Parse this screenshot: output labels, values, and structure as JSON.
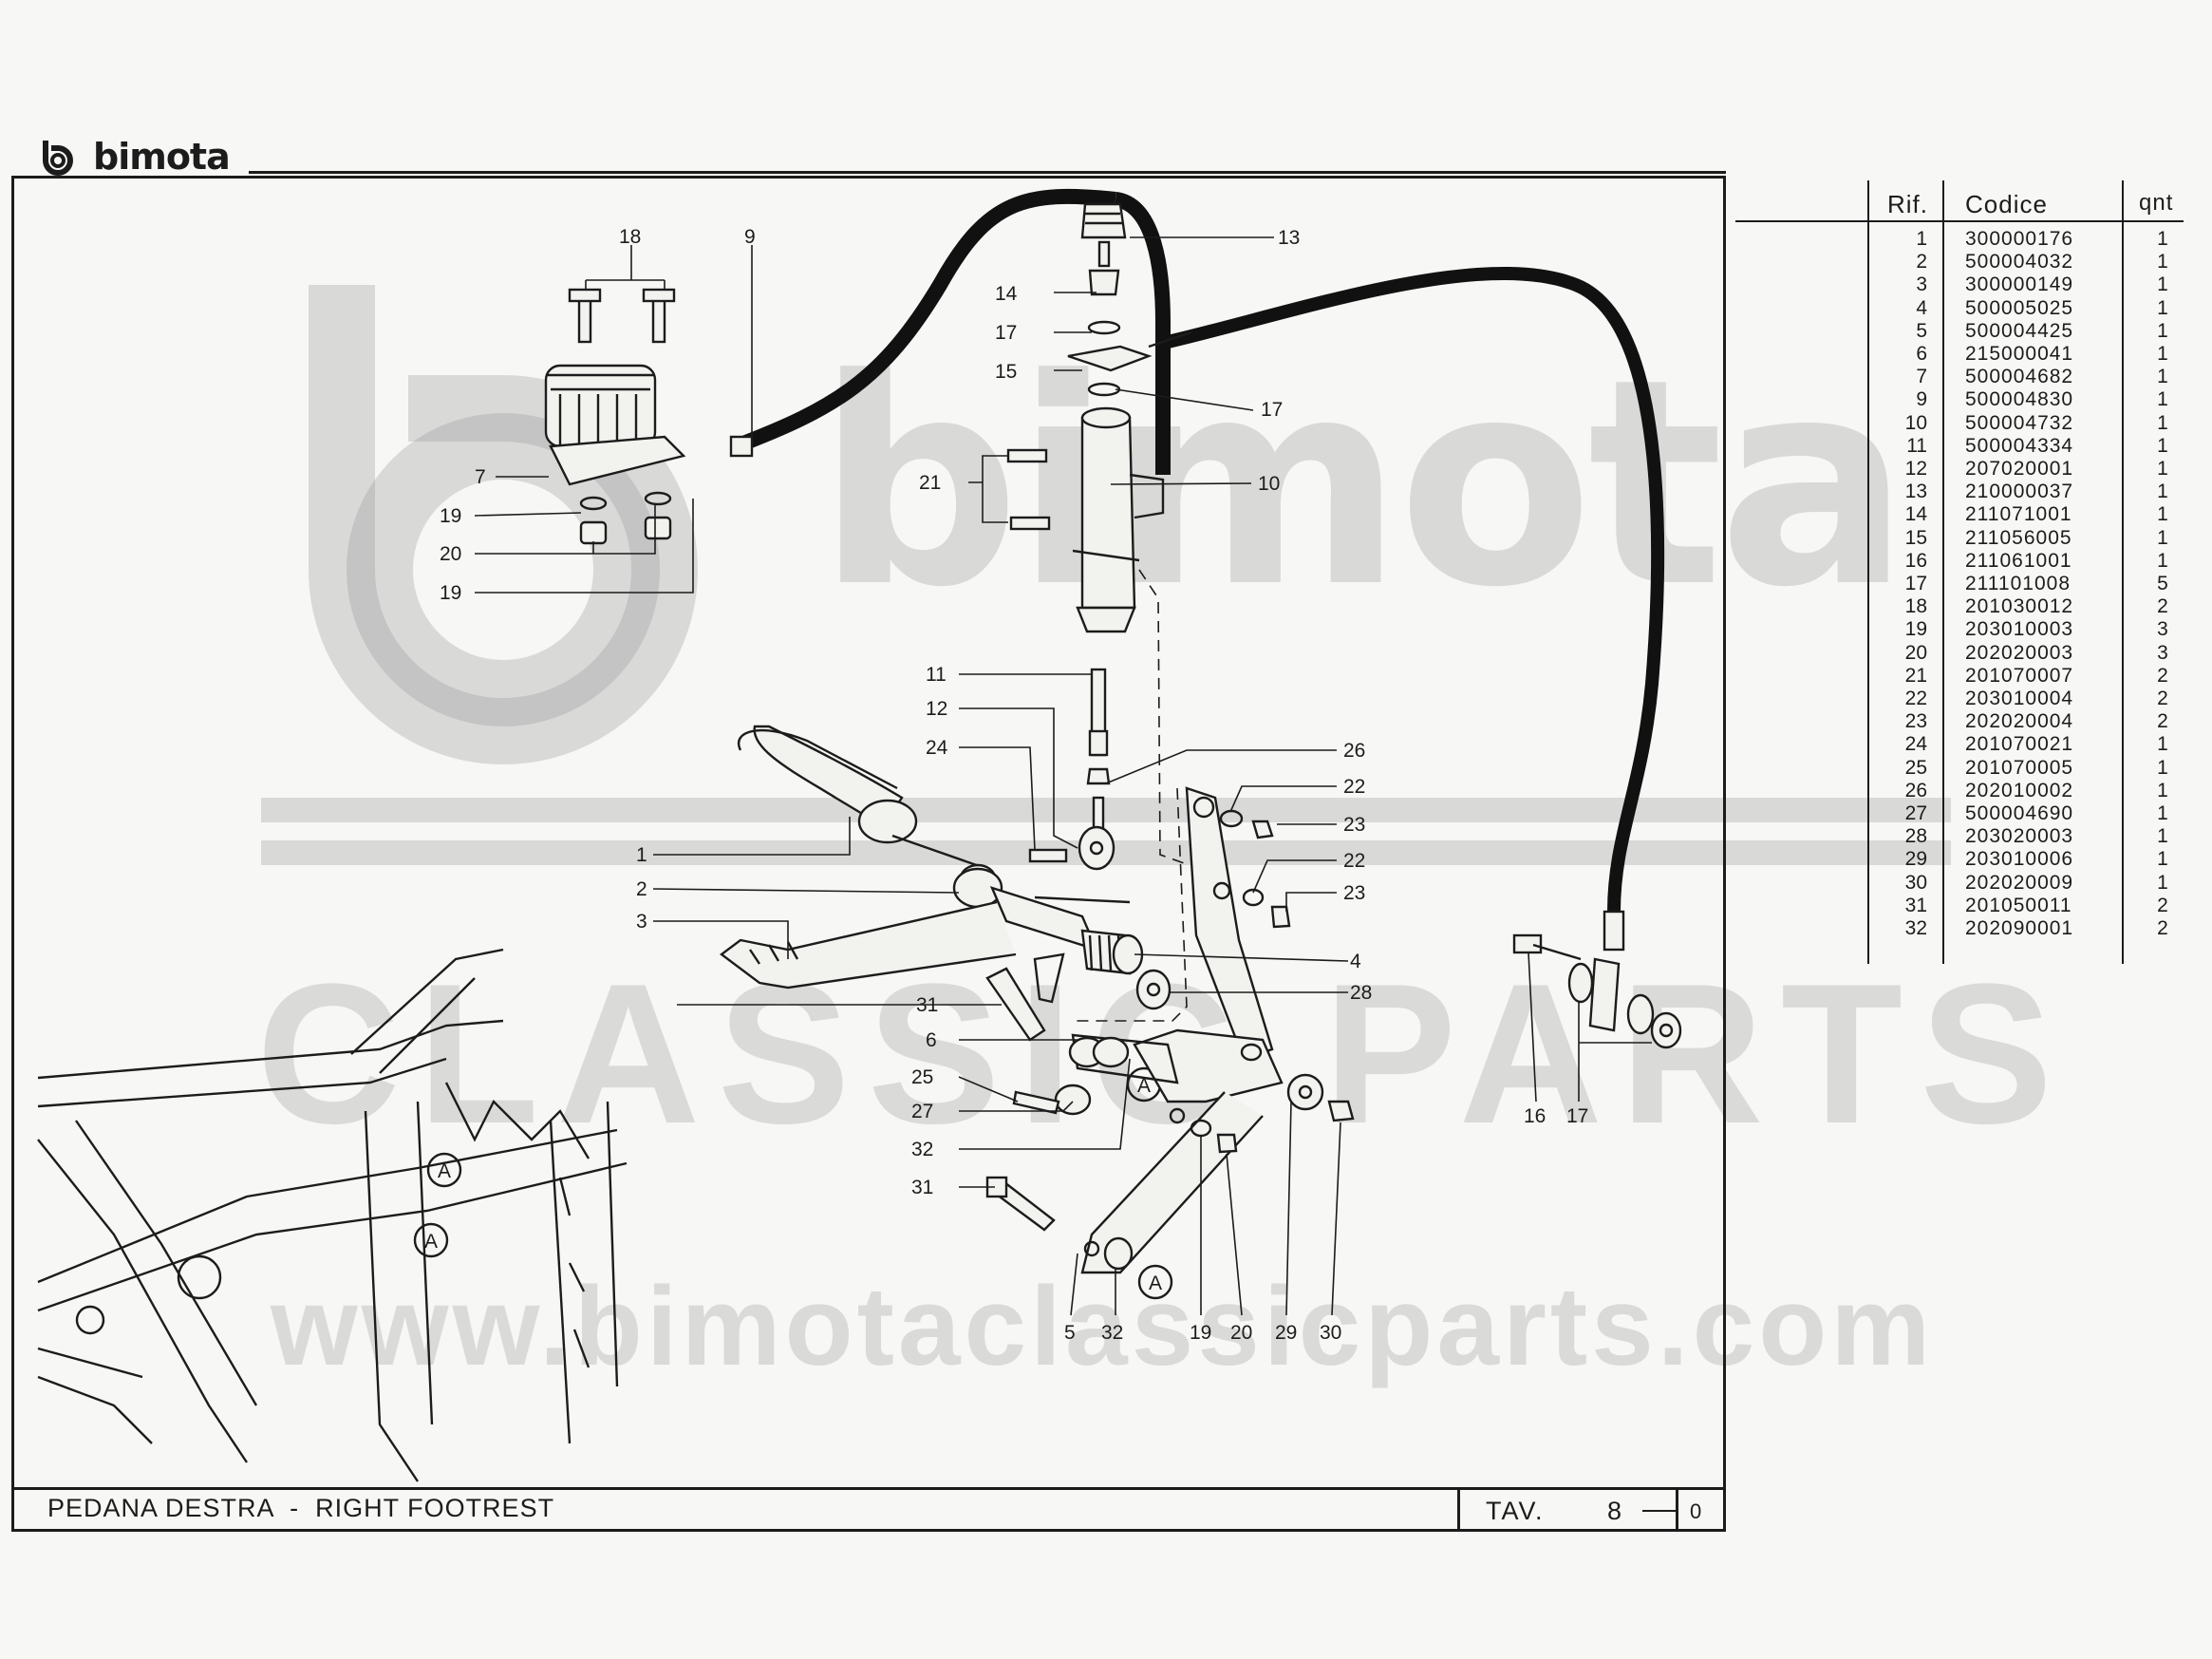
{
  "header": {
    "brand": "bimota"
  },
  "title_block": {
    "title": "PEDANA DESTRA  -  RIGHT FOOTREST",
    "sheet_label": "TAV.",
    "sheet_number": "8",
    "revision": "0"
  },
  "watermark": {
    "brand": "bimota",
    "line1": "CLASSIC PARTS",
    "line2": "www.bimotaclassicparts.com"
  },
  "parts_table": {
    "headers": {
      "rif": "Rif.",
      "codice": "Codice",
      "qnt": "qnt"
    },
    "rows": [
      {
        "rif": "1",
        "codice": "300000176",
        "qnt": "1"
      },
      {
        "rif": "2",
        "codice": "500004032",
        "qnt": "1"
      },
      {
        "rif": "3",
        "codice": "300000149",
        "qnt": "1"
      },
      {
        "rif": "4",
        "codice": "500005025",
        "qnt": "1"
      },
      {
        "rif": "5",
        "codice": "500004425",
        "qnt": "1"
      },
      {
        "rif": "6",
        "codice": "215000041",
        "qnt": "1"
      },
      {
        "rif": "7",
        "codice": "500004682",
        "qnt": "1"
      },
      {
        "rif": "9",
        "codice": "500004830",
        "qnt": "1"
      },
      {
        "rif": "10",
        "codice": "500004732",
        "qnt": "1"
      },
      {
        "rif": "11",
        "codice": "500004334",
        "qnt": "1"
      },
      {
        "rif": "12",
        "codice": "207020001",
        "qnt": "1"
      },
      {
        "rif": "13",
        "codice": "210000037",
        "qnt": "1"
      },
      {
        "rif": "14",
        "codice": "211071001",
        "qnt": "1"
      },
      {
        "rif": "15",
        "codice": "211056005",
        "qnt": "1"
      },
      {
        "rif": "16",
        "codice": "211061001",
        "qnt": "1"
      },
      {
        "rif": "17",
        "codice": "211101008",
        "qnt": "5"
      },
      {
        "rif": "18",
        "codice": "201030012",
        "qnt": "2"
      },
      {
        "rif": "19",
        "codice": "203010003",
        "qnt": "3"
      },
      {
        "rif": "20",
        "codice": "202020003",
        "qnt": "3"
      },
      {
        "rif": "21",
        "codice": "201070007",
        "qnt": "2"
      },
      {
        "rif": "22",
        "codice": "203010004",
        "qnt": "2"
      },
      {
        "rif": "23",
        "codice": "202020004",
        "qnt": "2"
      },
      {
        "rif": "24",
        "codice": "201070021",
        "qnt": "1"
      },
      {
        "rif": "25",
        "codice": "201070005",
        "qnt": "1"
      },
      {
        "rif": "26",
        "codice": "202010002",
        "qnt": "1"
      },
      {
        "rif": "27",
        "codice": "500004690",
        "qnt": "1"
      },
      {
        "rif": "28",
        "codice": "203020003",
        "qnt": "1"
      },
      {
        "rif": "29",
        "codice": "203010006",
        "qnt": "1"
      },
      {
        "rif": "30",
        "codice": "202020009",
        "qnt": "1"
      },
      {
        "rif": "31",
        "codice": "201050011",
        "qnt": "2"
      },
      {
        "rif": "32",
        "codice": "202090001",
        "qnt": "2"
      }
    ]
  },
  "diagram": {
    "callouts": {
      "c1": "1",
      "c2": "2",
      "c3": "3",
      "c4": "4",
      "c5": "5",
      "c6": "6",
      "c7": "7",
      "c9": "9",
      "c10": "10",
      "c11": "11",
      "c12": "12",
      "c13": "13",
      "c14": "14",
      "c15": "15",
      "c16": "16",
      "c17a": "17",
      "c17b": "17",
      "c17c": "17",
      "c18": "18",
      "c19a": "19",
      "c19b": "19",
      "c19c": "19",
      "c20a": "20",
      "c20b": "20",
      "c21": "21",
      "c22a": "22",
      "c22b": "22",
      "c23a": "23",
      "c23b": "23",
      "c24": "24",
      "c25": "25",
      "c26": "26",
      "c27": "27",
      "c28": "28",
      "c29": "29",
      "c30": "30",
      "c31a": "31",
      "c31b": "31",
      "c32a": "32",
      "c32b": "32"
    },
    "reference_mark": "A"
  }
}
